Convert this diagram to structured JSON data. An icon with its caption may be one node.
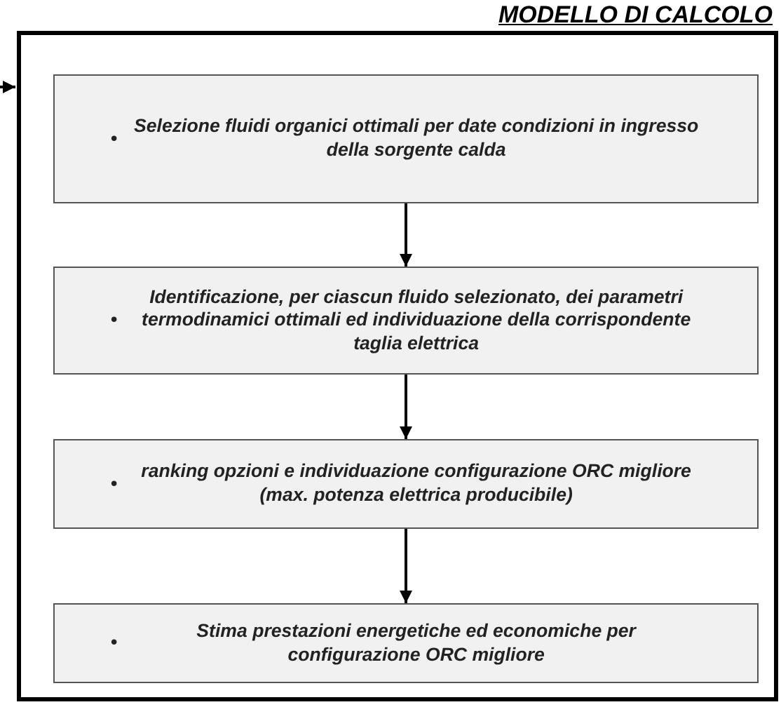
{
  "diagram": {
    "title": "MODELLO DI CALCOLO",
    "nodes": [
      {
        "text": [],
        "shape": "box"
      },
      {
        "text": [
          "•",
          "Selezione fluidi organici ottimali per date condizioni in ingresso della sorgente calda"
        ],
        "in": 0
      },
      {
        "text": [
          "•",
          "Identificazione, per ciascun fluido selezionato, dei parametri termodinamici ottimali ed individuazione della corrispondente taglia elettrica"
        ],
        "in": 0
      },
      {
        "text": [
          "•",
          "ranking opzioni e individuazione configurazione ORC migliore (max. potenza elettrica producibile)"
        ],
        "in": 0
      },
      {
        "text": [
          "•",
          "Stima prestazioni energetiche ed economiche per configurazione ORC migliore"
        ],
        "in": 0
      }
    ],
    "edges": [
      {
        "from": null,
        "to": 0,
        "arrow": "to"
      },
      {
        "from": 1,
        "to": 2,
        "arrow": "to"
      },
      {
        "from": 2,
        "to": 3,
        "arrow": "to"
      },
      {
        "from": 3,
        "to": 4,
        "arrow": "to"
      }
    ]
  }
}
